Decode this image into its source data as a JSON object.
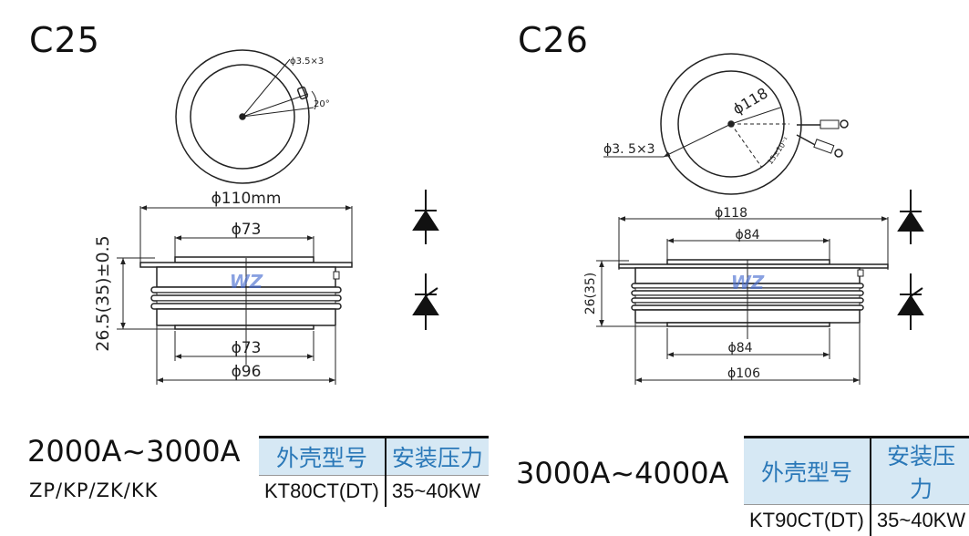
{
  "left": {
    "title": "C25",
    "rating": "2000A~3000A",
    "types": "ZP/KP/ZK/KK",
    "top_view": {
      "hole_label": "ϕ3.5×3",
      "angle_label": "20°"
    },
    "side_view": {
      "dim_top": "ϕ110mm",
      "dim_upper": "ϕ73",
      "dim_lower": "ϕ73",
      "dim_bottom": "ϕ96",
      "height": "26.5(35)±0.5",
      "watermark": "WZ"
    },
    "table": {
      "headers": [
        "外壳型号",
        "安装压力"
      ],
      "row": [
        "KT80CT(DT)",
        "35~40KW"
      ]
    }
  },
  "right": {
    "title": "C26",
    "rating": "3000A~4000A",
    "top_view": {
      "diameter_label": "ϕ118",
      "hole_label": "ϕ3. 5×3",
      "small_label": "15±10⁻¹"
    },
    "side_view": {
      "dim_top": "ϕ118",
      "dim_upper": "ϕ84",
      "dim_lower": "ϕ84",
      "dim_bottom": "ϕ106",
      "height": "26(35)",
      "watermark": "WZ"
    },
    "table": {
      "headers": [
        "外壳型号",
        "安装压力"
      ],
      "row": [
        "KT90CT(DT)",
        "35~40KW"
      ]
    }
  }
}
